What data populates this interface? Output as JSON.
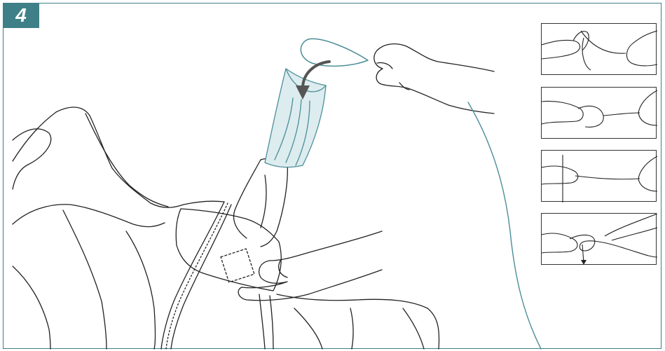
{
  "step": {
    "number": "4",
    "badge_color": "#3f7f88"
  },
  "colors": {
    "frame": "#3f7f88",
    "accent_line": "#4c8e98",
    "accent_fill": "#dcecef",
    "arrow": "#555555",
    "ink": "#222222"
  },
  "insets": [
    {
      "id": "inset-1",
      "icon": "fingers-holding-thread-icon"
    },
    {
      "id": "inset-2",
      "icon": "pinching-thread-loop-icon"
    },
    {
      "id": "inset-3",
      "icon": "pulling-thread-tight-icon"
    },
    {
      "id": "inset-4",
      "icon": "threading-through-fabric-icon"
    }
  ]
}
